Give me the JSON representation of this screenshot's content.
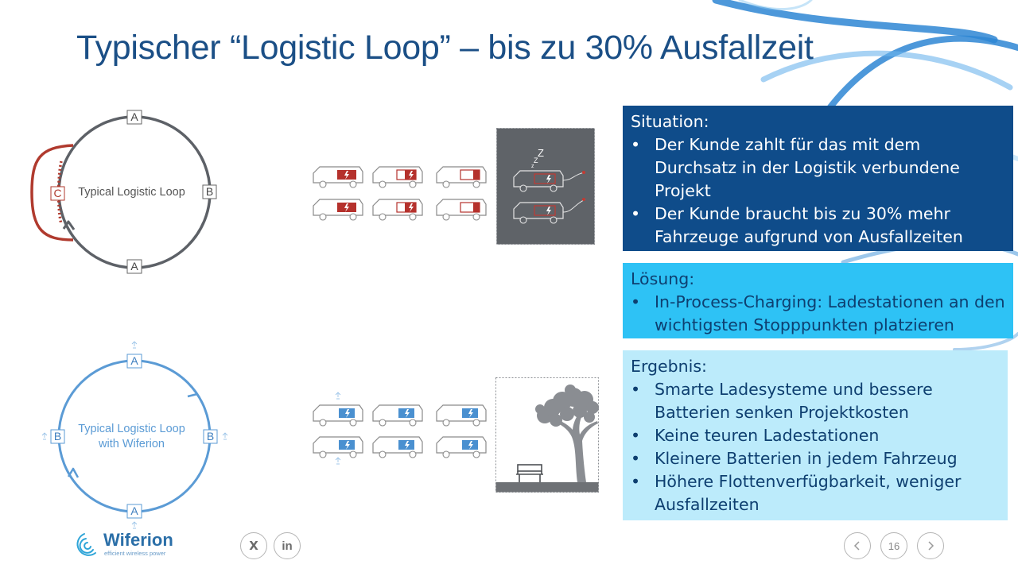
{
  "slide": {
    "title": "Typischer “Logistic Loop” – bis zu 30% Ausfallzeit",
    "page_number": "16"
  },
  "diagram_top": {
    "center_label": "Typical Logistic Loop",
    "node_top": "A",
    "node_bottom": "A",
    "node_right": "B",
    "node_left": "C",
    "loop_color": "#5d6167",
    "detour_color": "#b03a2e",
    "battery_color": "#b5312c"
  },
  "diagram_bottom": {
    "center_label_line1": "Typical Logistic Loop",
    "center_label_line2": "with Wiferion",
    "node_top": "A",
    "node_bottom": "A",
    "node_left": "B",
    "node_right": "B",
    "loop_color": "#5b9bd5",
    "battery_color": "#4a90d0"
  },
  "panels": {
    "situation": {
      "heading": "Situation:",
      "bullets": [
        "Der Kunde zahlt für das mit dem Durchsatz in der Logistik verbundene Projekt",
        "Der Kunde braucht bis zu 30% mehr Fahrzeuge aufgrund von Ausfallzeiten"
      ]
    },
    "loesung": {
      "heading": "Lösung:",
      "bullets": [
        "In-Process-Charging:  Ladestationen an den wichtigsten Stopppunkten platzieren"
      ]
    },
    "ergebnis": {
      "heading": "Ergebnis:",
      "bullets": [
        "Smarte Ladesysteme und bessere Batterien senken Projektkosten",
        "Keine teuren Ladestationen",
        "Kleinere Batterien in jedem Fahrzeug",
        "Höhere Flottenverfügbarkeit, weniger Ausfallzeiten"
      ]
    }
  },
  "logo": {
    "name": "Wiferion",
    "tagline": "efficient wireless power"
  },
  "social": {
    "xing_label": "X",
    "linkedin_label": "in"
  },
  "nav": {
    "prev_icon": "chevron-left-icon",
    "next_icon": "chevron-right-icon"
  }
}
